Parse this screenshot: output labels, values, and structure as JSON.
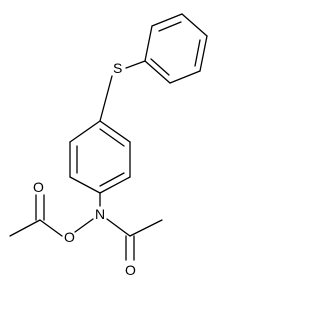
{
  "atoms": {
    "sulfur": "S",
    "nitrogen": "N",
    "ester_oxygen": "O",
    "carbonyl_oxygen_left": "O",
    "carbonyl_oxygen_right": "O"
  }
}
